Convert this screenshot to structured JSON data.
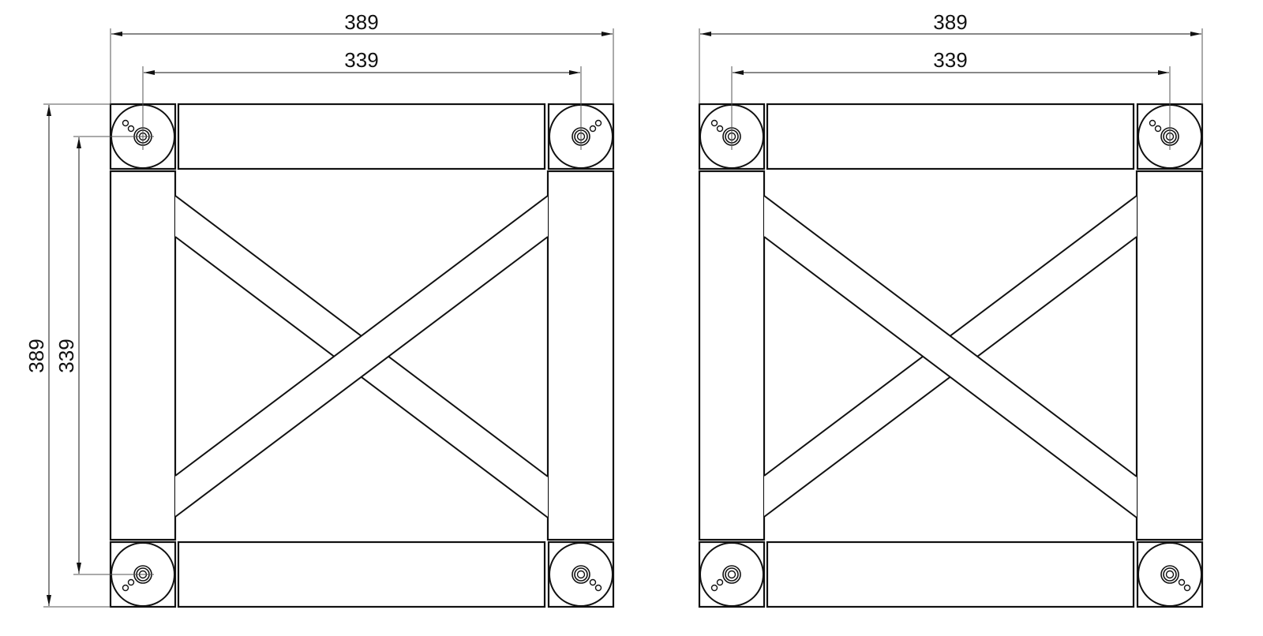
{
  "drawings": [
    {
      "name": "frame-view-left",
      "dimensions": {
        "outer_width": "389",
        "inner_width": "339",
        "outer_height": "389",
        "inner_height": "339"
      },
      "top_brace": "ascending",
      "hole_directions": [
        "ul",
        "ur",
        "dl",
        "dr"
      ]
    },
    {
      "name": "frame-view-right",
      "dimensions": {
        "outer_width": "389",
        "inner_width": "339"
      },
      "top_brace": "descending",
      "hole_directions": [
        "ul",
        "ul",
        "dl",
        "dr"
      ]
    }
  ],
  "colors": {
    "line": "#111111",
    "dimension": "#555555"
  }
}
